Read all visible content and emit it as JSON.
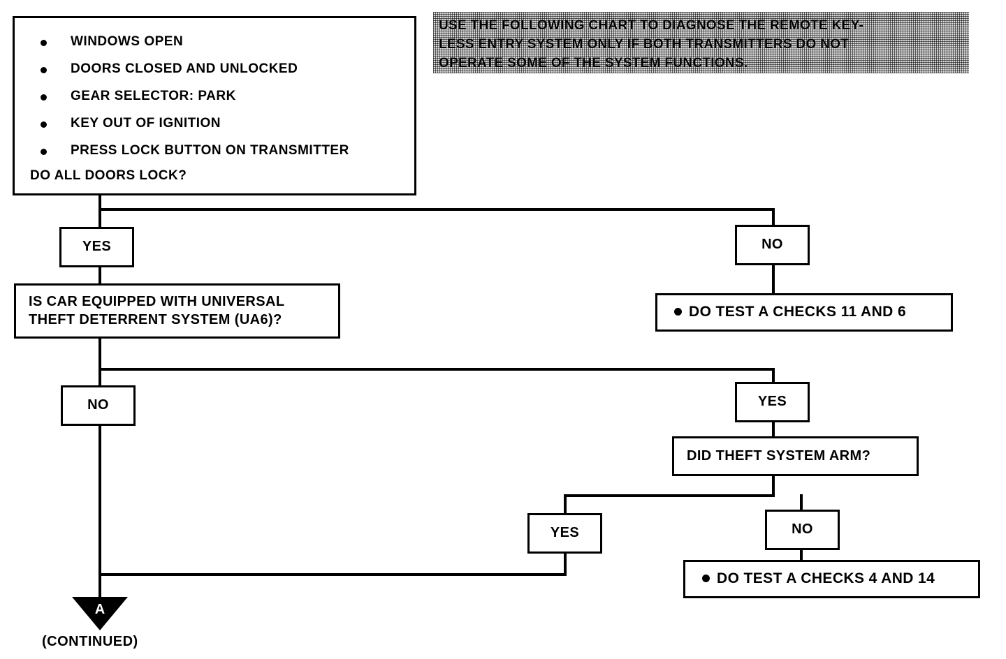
{
  "header_note": {
    "lines": [
      "USE THE FOLLOWING CHART TO DIAGNOSE THE REMOTE KEY-",
      "LESS ENTRY SYSTEM ONLY IF BOTH TRANSMITTERS DO NOT",
      "OPERATE SOME OF THE SYSTEM FUNCTIONS."
    ]
  },
  "start_panel": {
    "conditions": [
      "WINDOWS OPEN",
      "DOORS CLOSED AND UNLOCKED",
      "GEAR SELECTOR: PARK",
      "KEY OUT OF IGNITION",
      "PRESS LOCK BUTTON ON TRANSMITTER"
    ],
    "question": "DO ALL DOORS LOCK?"
  },
  "nodes": {
    "yes_1": "YES",
    "no_1": "NO",
    "question_universal": "IS CAR EQUIPPED WITH UNIVERSAL\nTHEFT DETERRENT SYSTEM (UA6)?",
    "action_checks_11_6": "DO TEST A CHECKS 11 AND 6",
    "no_2": "NO",
    "yes_2": "YES",
    "question_theft_arm": "DID THEFT SYSTEM ARM?",
    "yes_3": "YES",
    "no_3": "NO",
    "action_checks_4_14": "DO TEST A CHECKS 4 AND 14"
  },
  "connector": {
    "label": "A",
    "continued": "(CONTINUED)"
  },
  "colors": {
    "ink": "#000000",
    "paper": "#ffffff",
    "screen_tint": "#d9d9d9"
  }
}
